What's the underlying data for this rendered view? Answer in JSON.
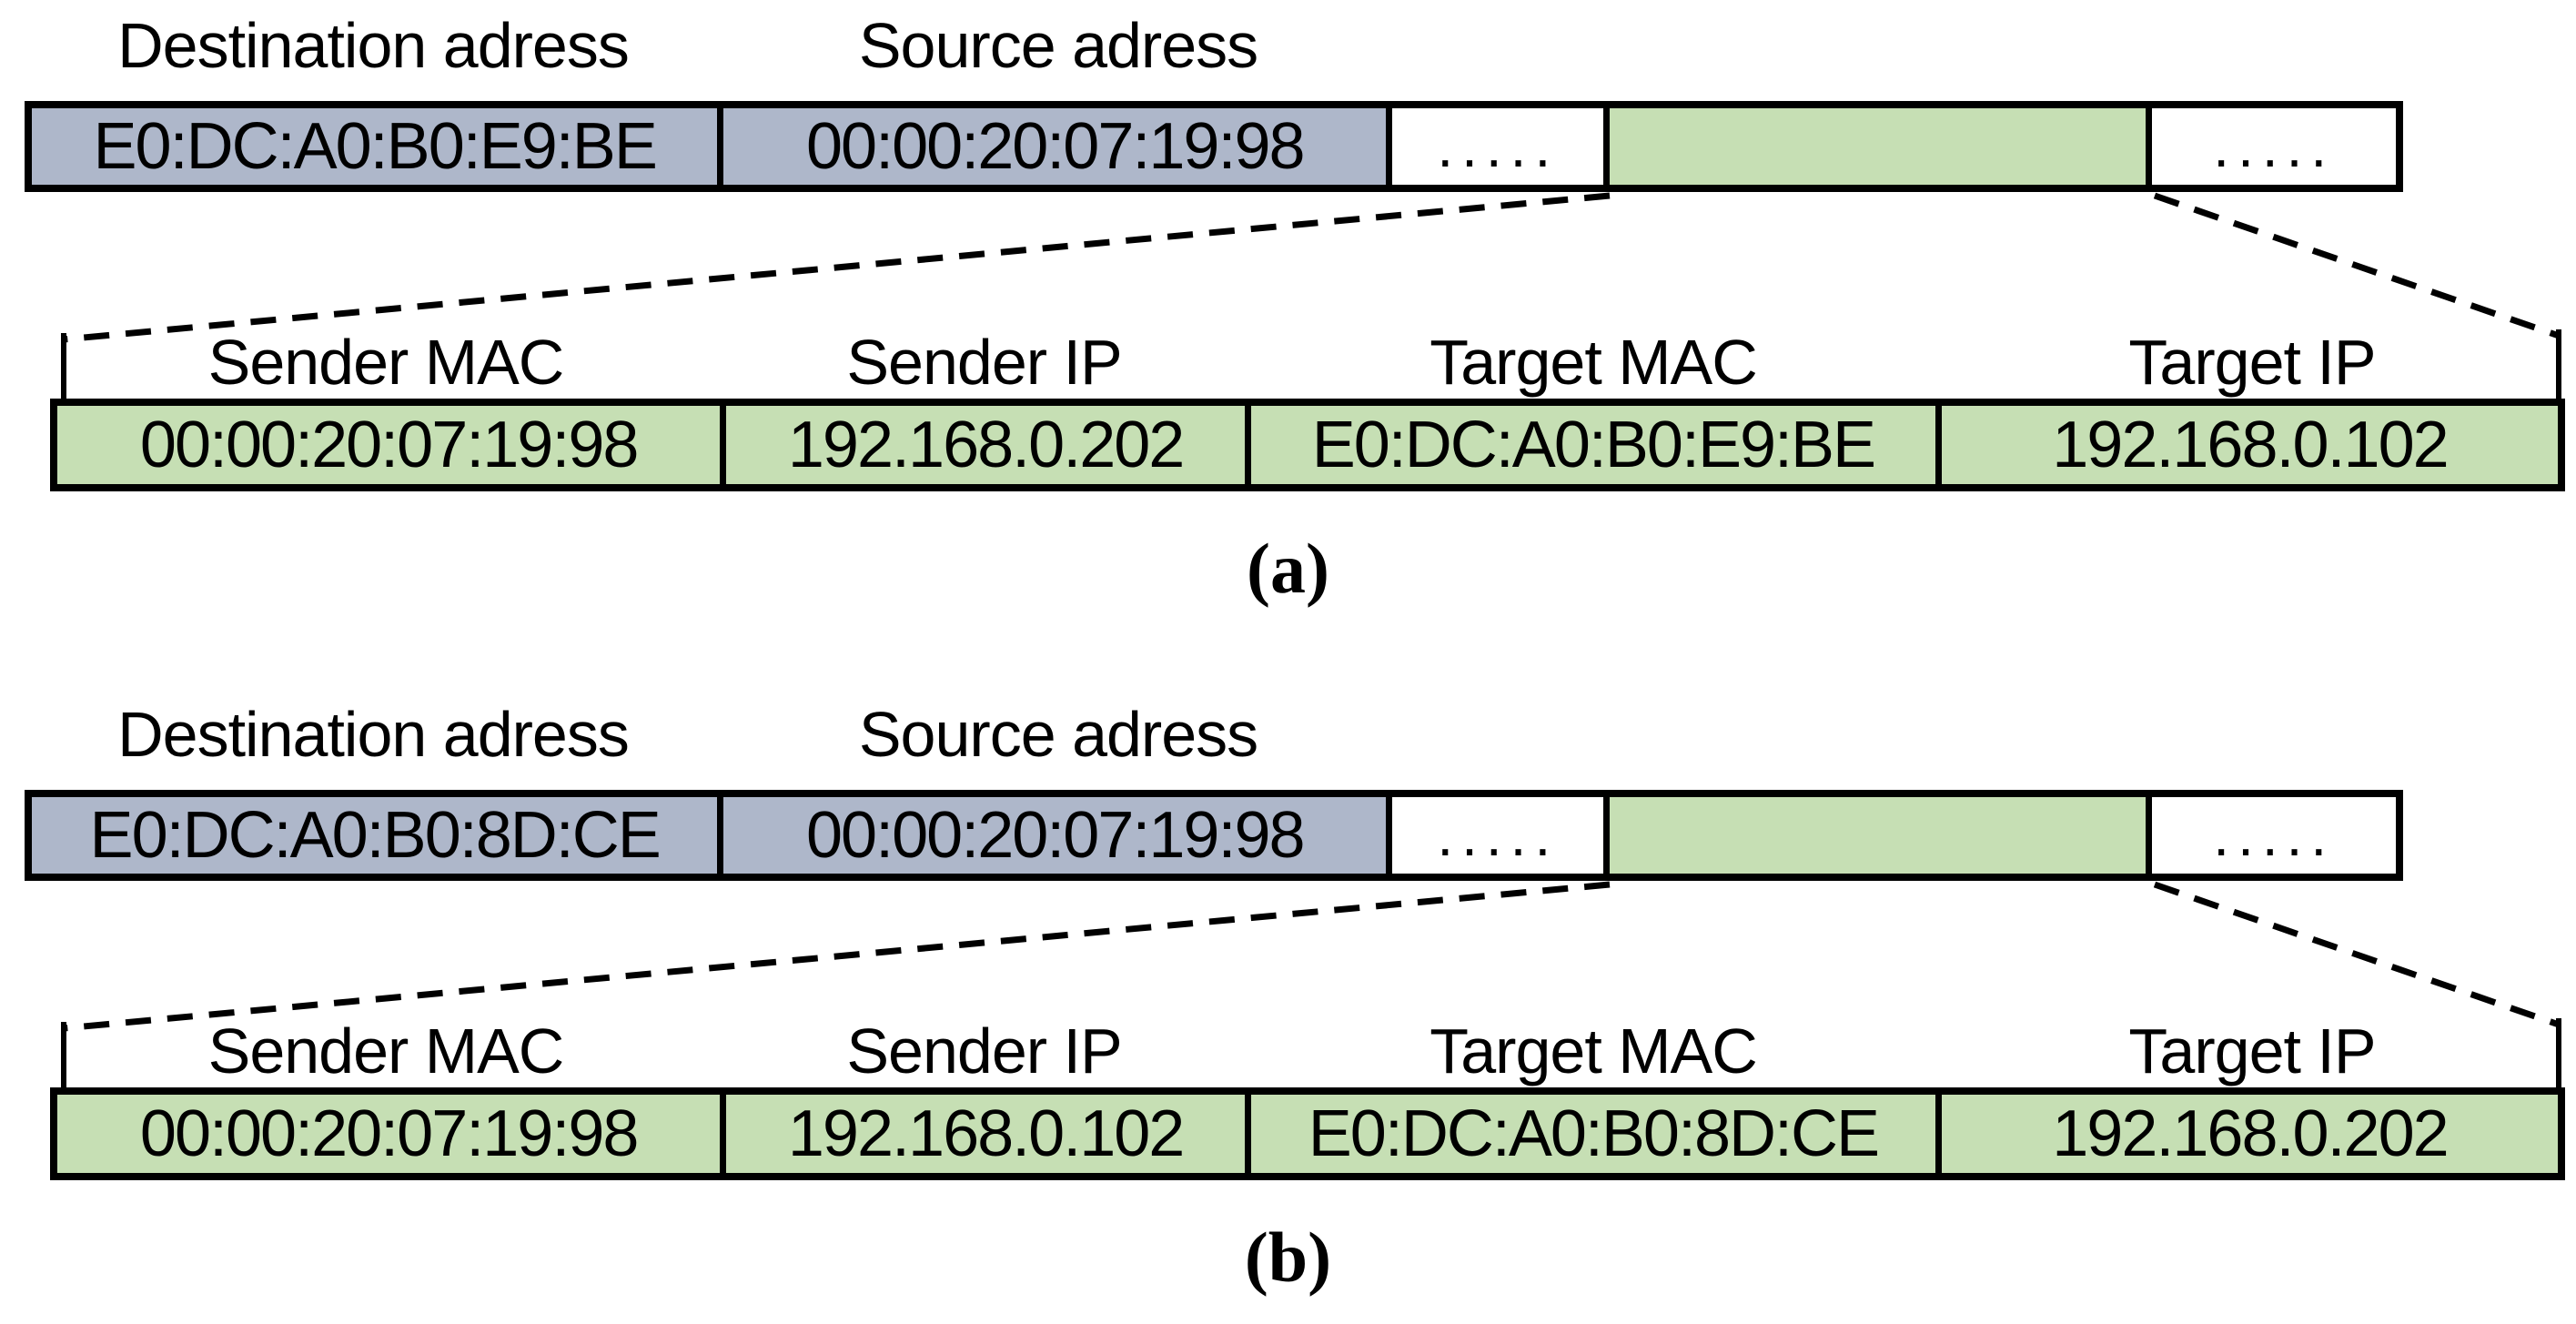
{
  "figure": {
    "background": "#ffffff",
    "colors": {
      "mac_header_fill": "#aeb7ca",
      "arp_payload_fill": "#c6dfb4",
      "border": "#000000",
      "text": "#000000"
    },
    "panels": [
      {
        "caption": "(a)",
        "ethernet_frame": {
          "field_labels": [
            "Destination adress",
            "Source adress"
          ],
          "cell_values": [
            "E0:DC:A0:B0:E9:BE",
            "00:00:20:07:19:98",
            ".....",
            "",
            "....."
          ]
        },
        "arp_payload": {
          "field_labels": [
            "Sender MAC",
            "Sender IP",
            "Target MAC",
            "Target IP"
          ],
          "values": [
            "00:00:20:07:19:98",
            "192.168.0.202",
            "E0:DC:A0:B0:E9:BE",
            "192.168.0.102"
          ]
        }
      },
      {
        "caption": "(b)",
        "ethernet_frame": {
          "field_labels": [
            "Destination adress",
            "Source adress"
          ],
          "cell_values": [
            "E0:DC:A0:B0:8D:CE",
            "00:00:20:07:19:98",
            ".....",
            "",
            "....."
          ]
        },
        "arp_payload": {
          "field_labels": [
            "Sender MAC",
            "Sender IP",
            "Target MAC",
            "Target IP"
          ],
          "values": [
            "00:00:20:07:19:98",
            "192.168.0.102",
            "E0:DC:A0:B0:8D:CE",
            "192.168.0.202"
          ]
        }
      }
    ]
  }
}
